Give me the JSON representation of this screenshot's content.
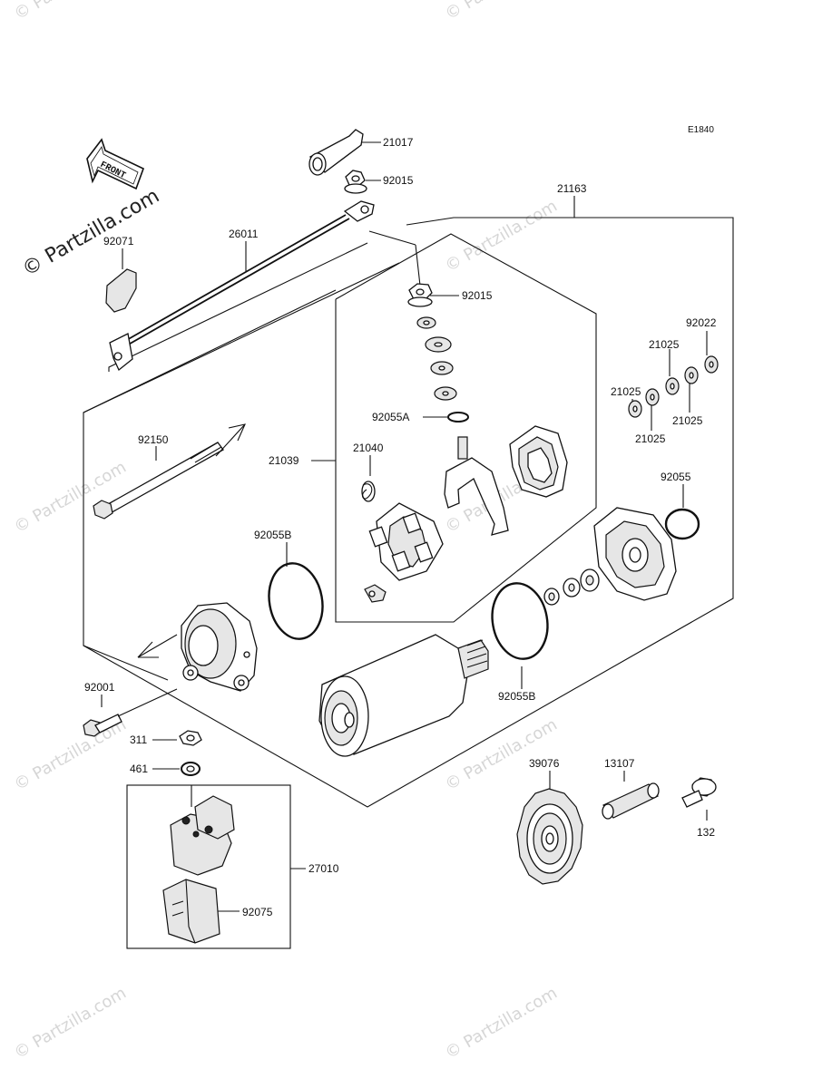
{
  "diagram_code": "E1840",
  "front_label": "FRONT",
  "watermark": {
    "main": "© Partzilla.com",
    "repeat": "© Partzilla.com"
  },
  "parts": [
    {
      "id": "p21017",
      "label": "21017"
    },
    {
      "id": "p92015a",
      "label": "92015"
    },
    {
      "id": "p21163",
      "label": "21163"
    },
    {
      "id": "p92071",
      "label": "92071"
    },
    {
      "id": "p26011",
      "label": "26011"
    },
    {
      "id": "p92015b",
      "label": "92015"
    },
    {
      "id": "p92022",
      "label": "92022"
    },
    {
      "id": "p21025a",
      "label": "21025"
    },
    {
      "id": "p21025b",
      "label": "21025"
    },
    {
      "id": "p21025c",
      "label": "21025"
    },
    {
      "id": "p21025d",
      "label": "21025"
    },
    {
      "id": "p92055A",
      "label": "92055A"
    },
    {
      "id": "p92150",
      "label": "92150"
    },
    {
      "id": "p21040",
      "label": "21040"
    },
    {
      "id": "p21039",
      "label": "21039"
    },
    {
      "id": "p92055",
      "label": "92055"
    },
    {
      "id": "p92055Ba",
      "label": "92055B"
    },
    {
      "id": "p92055Bb",
      "label": "92055B"
    },
    {
      "id": "p92001",
      "label": "92001"
    },
    {
      "id": "p311",
      "label": "311"
    },
    {
      "id": "p461",
      "label": "461"
    },
    {
      "id": "p39076",
      "label": "39076"
    },
    {
      "id": "p13107",
      "label": "13107"
    },
    {
      "id": "p132",
      "label": "132"
    },
    {
      "id": "p27010",
      "label": "27010"
    },
    {
      "id": "p92075",
      "label": "92075"
    }
  ]
}
